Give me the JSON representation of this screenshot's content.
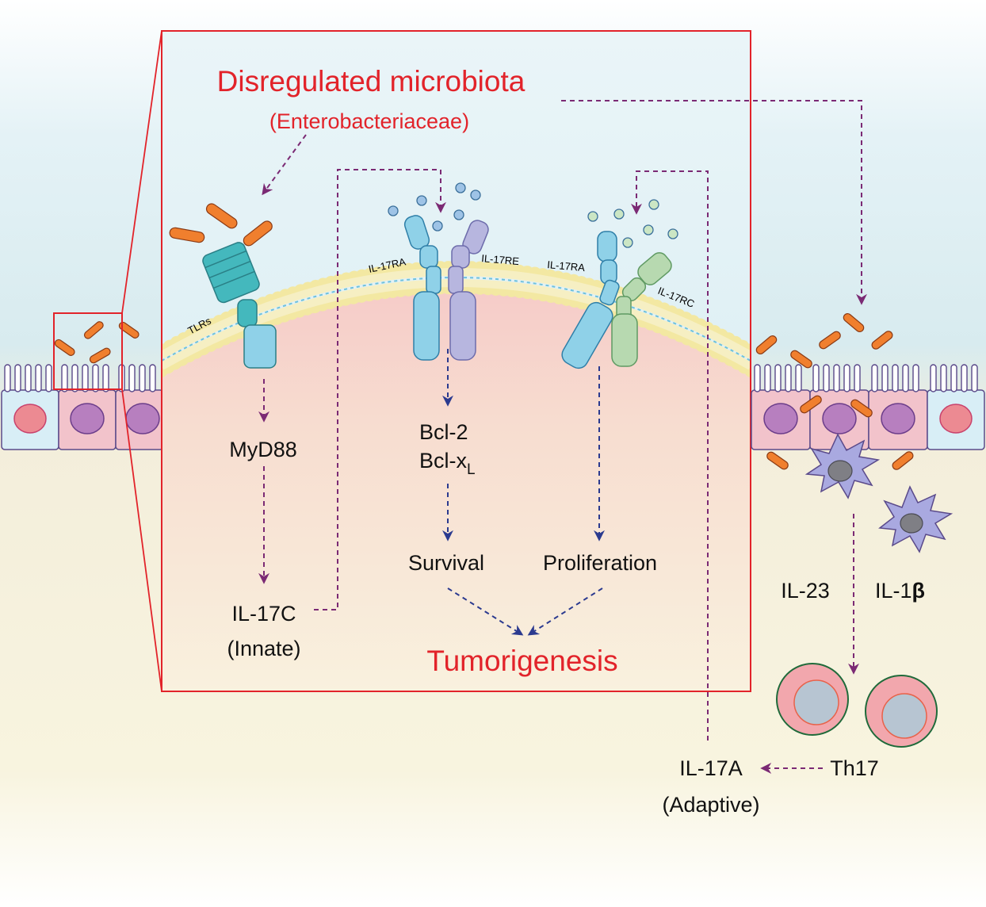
{
  "title": "Disregulated microbiota",
  "subtitle": "(Enterobacteriaceae)",
  "receptors": {
    "tlrs": "TLRs",
    "il17ra_left": "IL-17RA",
    "il17re": "IL-17RE",
    "il17ra_right": "IL-17RA",
    "il17rc": "IL-17RC"
  },
  "pathway": {
    "myd88": "MyD88",
    "il17c": "IL-17C",
    "innate": "(Innate)",
    "bcl2": "Bcl-2",
    "bclx_base": "Bcl-x",
    "bclx_sub": "L",
    "survival": "Survival",
    "proliferation": "Proliferation",
    "tumorigenesis": "Tumorigenesis"
  },
  "right": {
    "il23": "IL-23",
    "il1_base": "IL-1",
    "il1_beta": "β",
    "th17": "Th17",
    "il17a": "IL-17A",
    "adaptive": "(Adaptive)"
  },
  "colors": {
    "red": "#e2232a",
    "purple_arrow": "#7b2a74",
    "blue_arrow": "#2b3a8f",
    "bacteria": "#f07f2e",
    "tlr": "#44b8bd",
    "receptor_blue": "#8fd1e8",
    "receptor_lavender": "#b7b6df",
    "receptor_green": "#b7d9b0",
    "membrane": "#f3e8a3",
    "cytoplasm": "#f6cfcc"
  }
}
